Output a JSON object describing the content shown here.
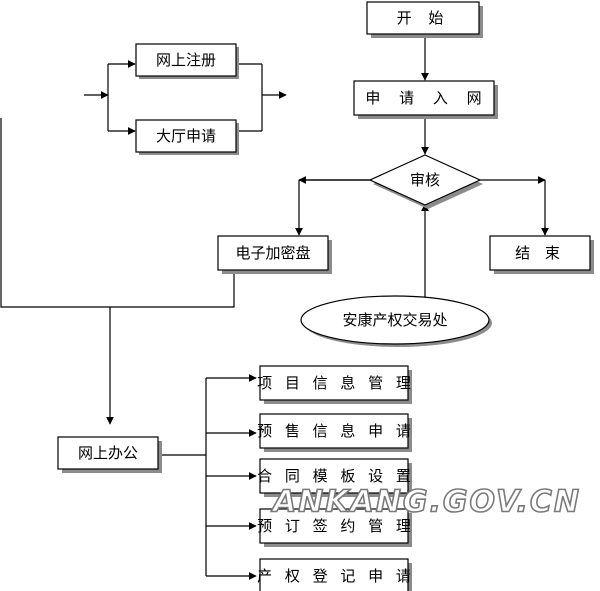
{
  "nodes": {
    "start": "开 始",
    "apply_network": "申 请 入 网",
    "review": "审核",
    "end": "结 束",
    "ekey": "电子加密盘",
    "ankang_office": "安康产权交易处",
    "online_register": "网上注册",
    "hall_apply": "大厅申请",
    "online_office": "网上办公"
  },
  "online_office_items": [
    "项 目 信 息 管 理",
    "预 售 信 息 申 请",
    "合 同 模 板 设 置",
    "预 订 签 约 管 理",
    "产 权 登 记 申 请"
  ],
  "watermark": "ANKANG.GOV.CN",
  "colors": {
    "line": "#000000",
    "box_fill": "#ffffff",
    "box_shadow": "#8c8c8c"
  }
}
